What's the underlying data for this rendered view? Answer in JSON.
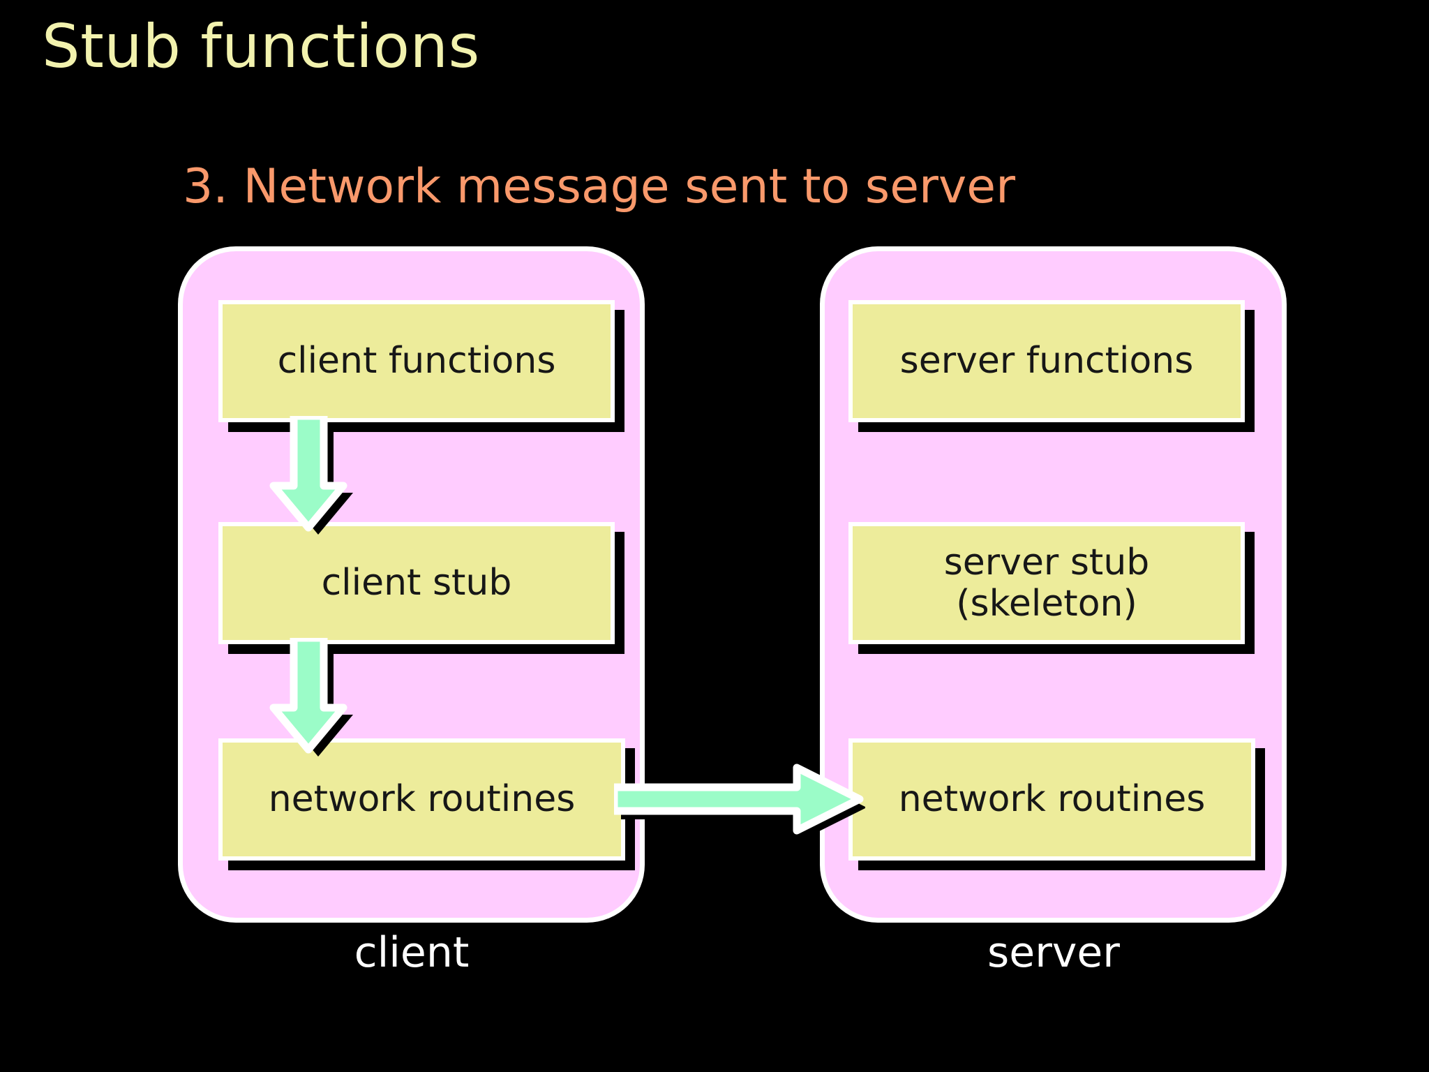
{
  "slide": {
    "background_color": "#000000",
    "title": "Stub functions",
    "title_color": "#F2F2AE",
    "subtitle": "3. Network message sent to server",
    "subtitle_color": "#F9996B"
  },
  "palette": {
    "panel_fill": "#FFCCFF",
    "panel_stroke": "#FFFFFF",
    "box_fill": "#EDEC9B",
    "box_stroke": "#FFFFFF",
    "shadow": "#000000",
    "arrow_fill": "#9BFCC8",
    "arrow_stroke": "#FFFFFF",
    "text": "#171717",
    "caption": "#FFFFFF"
  },
  "client_panel": {
    "caption": "client",
    "boxes": [
      {
        "label": "client functions",
        "name": "client-functions"
      },
      {
        "label": "client stub",
        "name": "client-stub"
      },
      {
        "label": "network routines",
        "name": "client-network-routines"
      }
    ]
  },
  "server_panel": {
    "caption": "server",
    "boxes": [
      {
        "label": "server functions",
        "name": "server-functions"
      },
      {
        "label_line1": "server stub",
        "label_line2": "(skeleton)",
        "name": "server-stub-skeleton"
      },
      {
        "label": "network routines",
        "name": "server-network-routines"
      }
    ]
  },
  "arrows": [
    {
      "name": "client-functions-to-client-stub",
      "direction": "down"
    },
    {
      "name": "client-stub-to-network-routines",
      "direction": "down"
    },
    {
      "name": "client-network-to-server-network",
      "direction": "right"
    }
  ]
}
